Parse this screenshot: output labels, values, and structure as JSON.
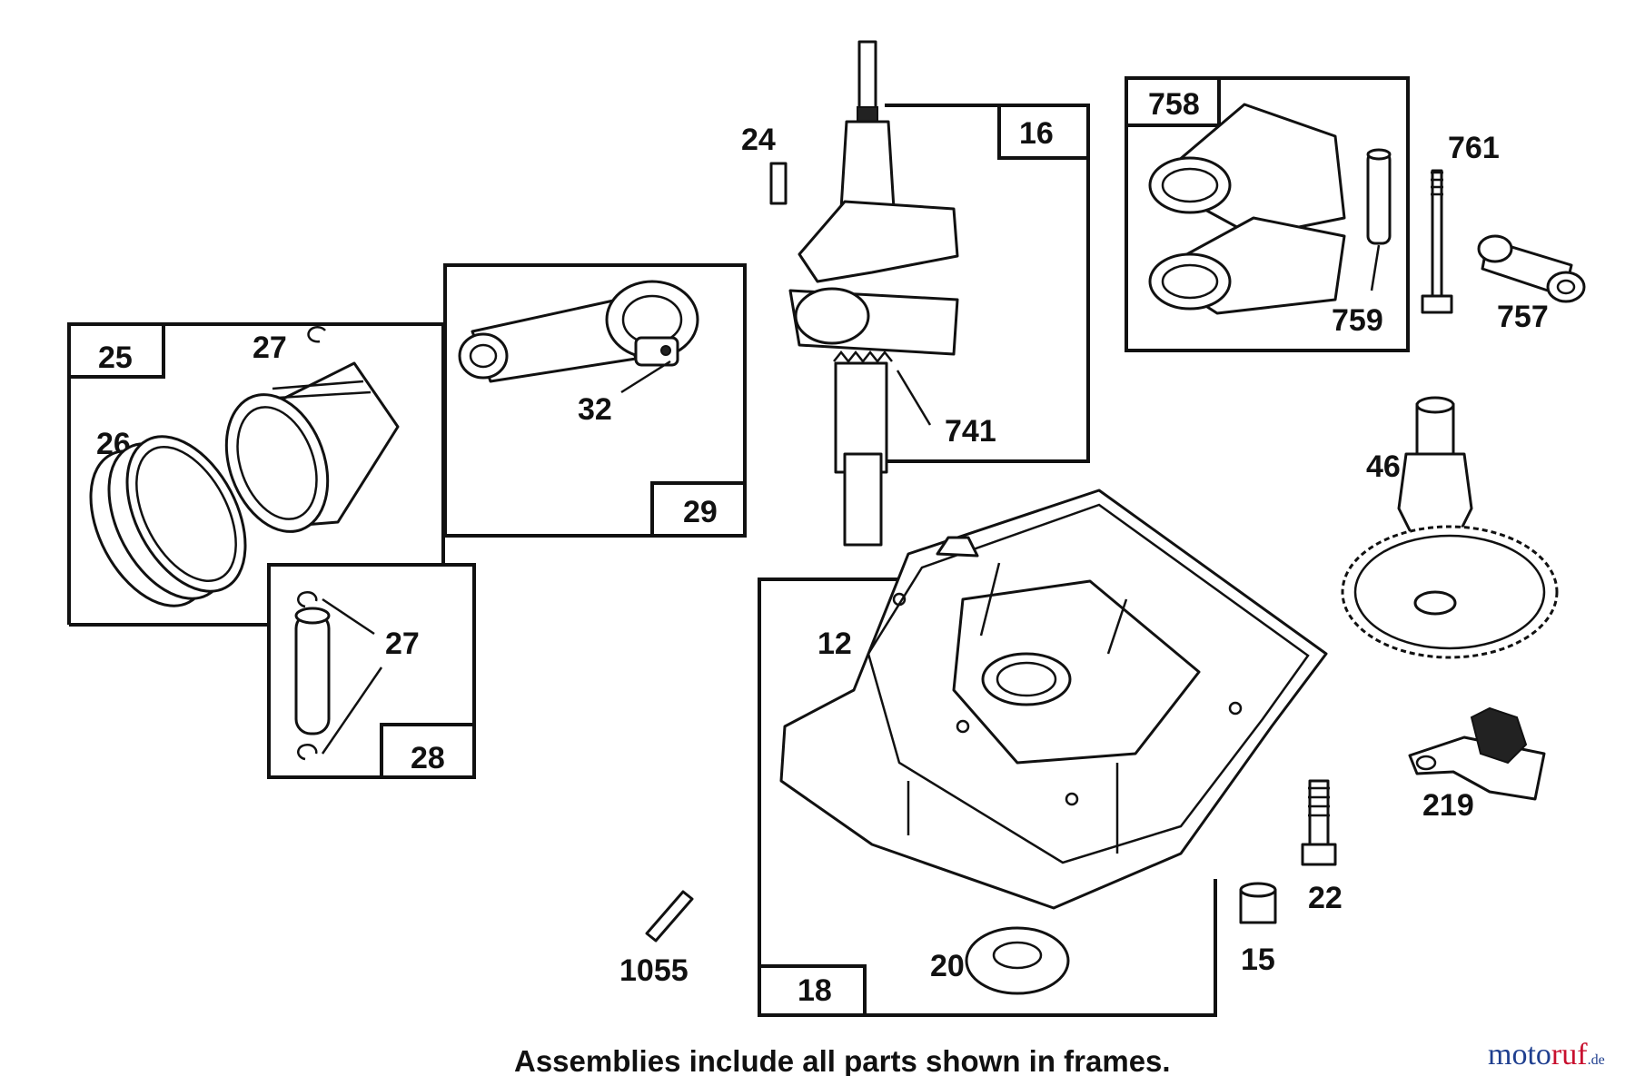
{
  "labels": {
    "l25": "25",
    "l27a": "27",
    "l26": "26",
    "l27b": "27",
    "l28": "28",
    "l32": "32",
    "l29": "29",
    "l24": "24",
    "l16": "16",
    "l741": "741",
    "l758": "758",
    "l759": "759",
    "l761": "761",
    "l757": "757",
    "l46": "46",
    "l12": "12",
    "l219": "219",
    "l22": "22",
    "l15": "15",
    "l20": "20",
    "l18": "18",
    "l1055": "1055"
  },
  "caption": "Assemblies include all parts shown in frames.",
  "watermark": {
    "brand_a": "moto",
    "brand_b": "ruf",
    "suffix": ".de"
  },
  "colors": {
    "ink": "#111111",
    "watermark_blue": "#1f3f8f",
    "watermark_red": "#c8102e"
  }
}
